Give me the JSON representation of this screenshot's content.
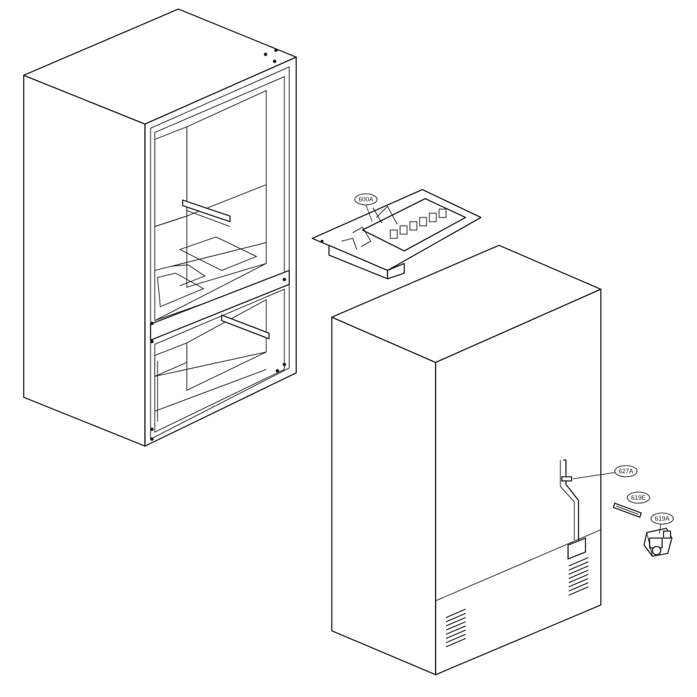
{
  "callouts": {
    "ice_bin": "600A",
    "water_tube": "627A",
    "bracket": "619E",
    "valve": "619A"
  }
}
